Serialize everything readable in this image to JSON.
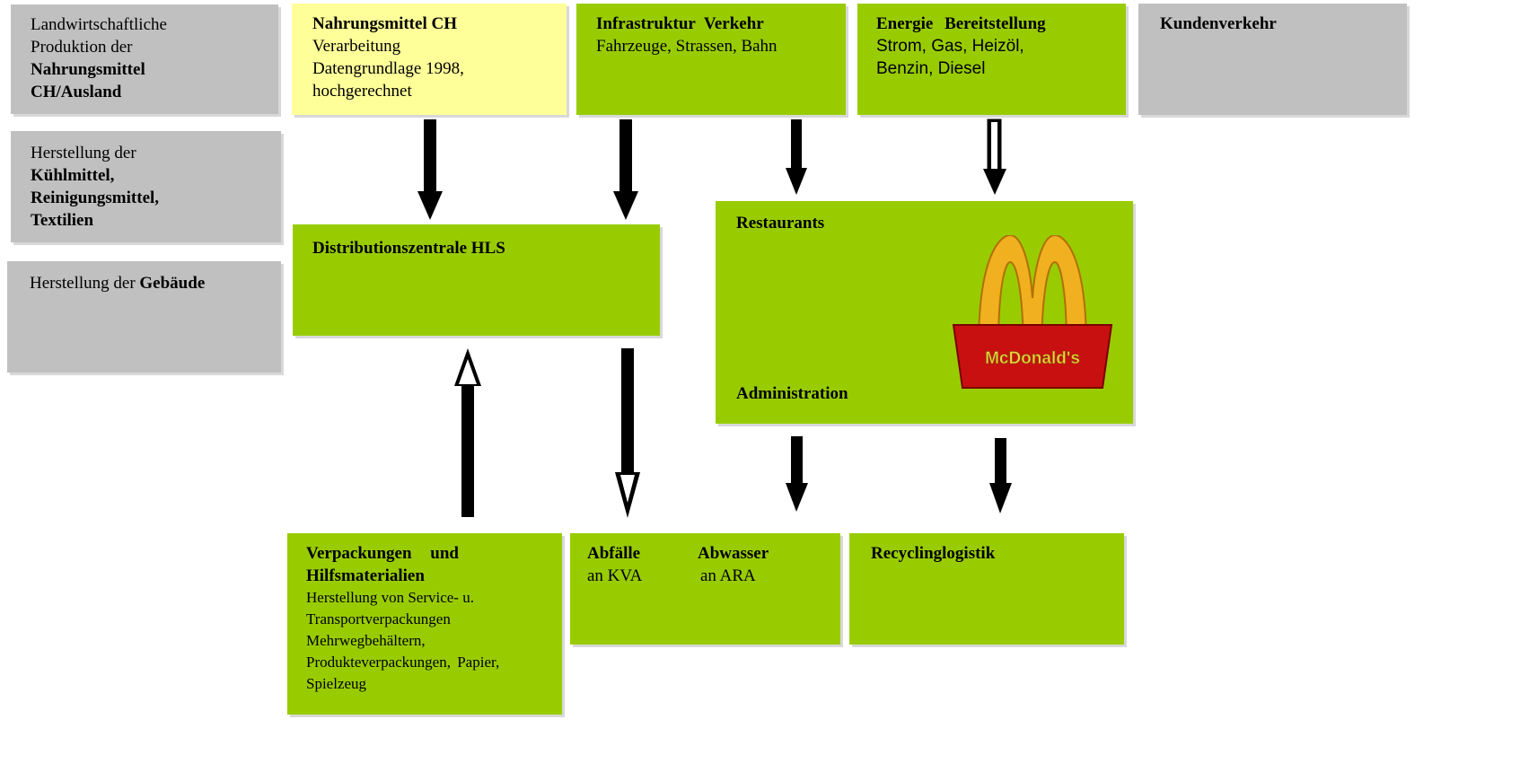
{
  "left": {
    "box1": {
      "line1": "Landwirtschaftliche",
      "line2": "Produktion der",
      "line3": "Nahrungsmittel",
      "line4": "CH/Ausland"
    },
    "box2": {
      "line1": "Herstellung der",
      "line2": "Kühlmittel,",
      "line3": "Reinigungsmittel,",
      "line4": "Textilien"
    },
    "box3": {
      "prefix": "Herstellung der ",
      "bold": "Gebäude"
    }
  },
  "top": {
    "nahrung": {
      "title": "Nahrungsmittel CH",
      "line1": "Verarbeitung",
      "line2": "Datengrundlage 1998,",
      "line3": "hochgerechnet"
    },
    "infra": {
      "title": "Infrastruktur Verkehr",
      "line1": "Fahrzeuge, Strassen, Bahn"
    },
    "energie": {
      "title": "Energie Bereitstellung",
      "line1": "Strom, Gas, Heizöl,",
      "line2": "Benzin, Diesel"
    },
    "kunden": {
      "title": "Kundenverkehr"
    }
  },
  "middle": {
    "distribution": {
      "title": "Distributionszentrale HLS"
    },
    "restaurants": {
      "title": "Restaurants",
      "admin": "Administration",
      "logo_text": "McDonald's"
    }
  },
  "bottom": {
    "verpackungen": {
      "title1": "Verpackungen und",
      "title2": "Hilfsmaterialien",
      "line1": "Herstellung von Service- u.",
      "line2": "Transportverpackungen",
      "line3": "Mehrwegbehältern,",
      "line4": "Produkteverpackungen, Papier,",
      "line5": "Spielzeug"
    },
    "abfaelle": {
      "title1": "Abfälle",
      "title2": "Abwasser",
      "line1a": "an KVA",
      "line1b": "an ARA"
    },
    "recycling": {
      "title": "Recyclinglogistik"
    }
  },
  "colors": {
    "green": "#99cc00",
    "grey": "#c0c0c0",
    "yellow": "#ffff99",
    "arch": "#f0b020",
    "logo_red": "#c81010"
  }
}
